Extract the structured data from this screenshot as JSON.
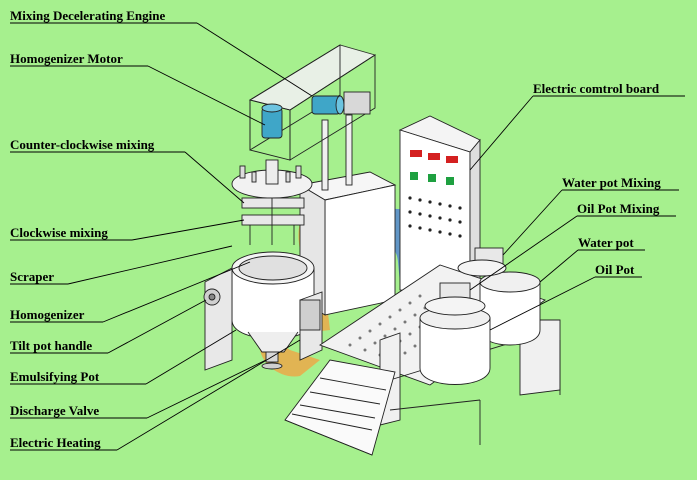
{
  "labels": {
    "mixing_decelerating_engine": "Mixing Decelerating Engine",
    "homogenizer_motor": "Homogenizer Motor",
    "counter_clockwise_mixing": "Counter-clockwise mixing",
    "clockwise_mixing": "Clockwise mixing",
    "scraper": "Scraper",
    "homogenizer": "Homogenizer",
    "tilt_pot_handle": "Tilt pot handle",
    "emulsifying_pot": "Emulsifying Pot",
    "discharge_valve": "Discharge Valve",
    "electric_heating": "Electric Heating",
    "electric_control_board": "Electric comtrol board",
    "water_pot_mixing": "Water pot Mixing",
    "oil_pot_mixing": "Oil Pot Mixing",
    "water_pot": "Water pot",
    "oil_pot": "Oil Pot"
  },
  "colors": {
    "background": "#a6f08e",
    "line": "#000000",
    "machine_outline": "#222222",
    "motor_blue": "#3fa6c8",
    "indicator_red": "#d42020",
    "indicator_green": "#1ea040",
    "watermark_orange": "#f5a040",
    "watermark_blue": "#4a78d8"
  }
}
